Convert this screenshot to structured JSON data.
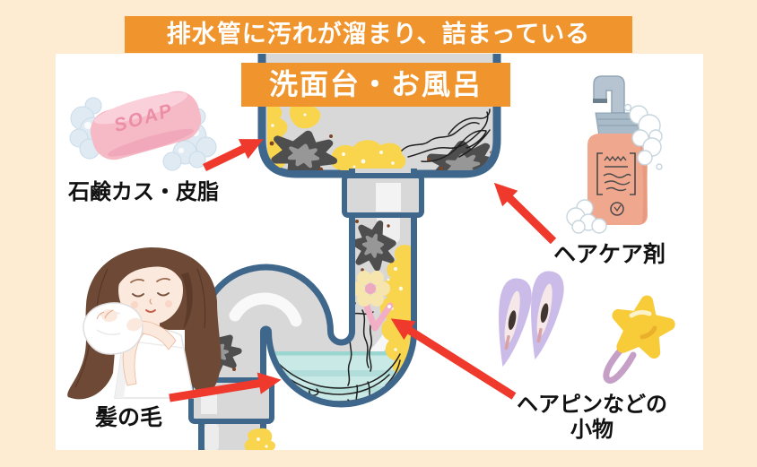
{
  "title_banner": {
    "text": "排水管に汚れが溜まり、詰まっている"
  },
  "location_banner": {
    "text": "洗面台・お風呂"
  },
  "labels": {
    "soap_scum": "石鹸カス・皮脂",
    "hair_care": "ヘアケア剤",
    "hair": "髪の毛",
    "hairpin_line1": "ヘアピンなどの",
    "hairpin_line2": "小物"
  },
  "items": {
    "soap_bar": {
      "text": "SOAP"
    }
  },
  "illustrations": [
    "soap-bar-illustration",
    "hair-care-bottle-illustration",
    "woman-drying-hair-illustration",
    "drain-pipe-illustration",
    "hair-clips-illustration",
    "star-hairpin-illustration"
  ],
  "colors": {
    "background_peach": "#fdecd2",
    "panel_white": "#ffffff",
    "banner_orange": "#f0952e",
    "pipe_blue": "#3f678c",
    "pipe_gray": "#d8d8d8",
    "water_teal": "#c9e9e6",
    "gunk_yellow": "#f9d44d",
    "grime_gray": "#4e4e4e",
    "arrow_red": "#ee392c",
    "soap_pink": "#f6b9c6",
    "bottle_salmon": "#efa78e",
    "clip_purple": "#cabbe9",
    "star_yellow": "#f8cb39",
    "label_black": "#111111"
  }
}
